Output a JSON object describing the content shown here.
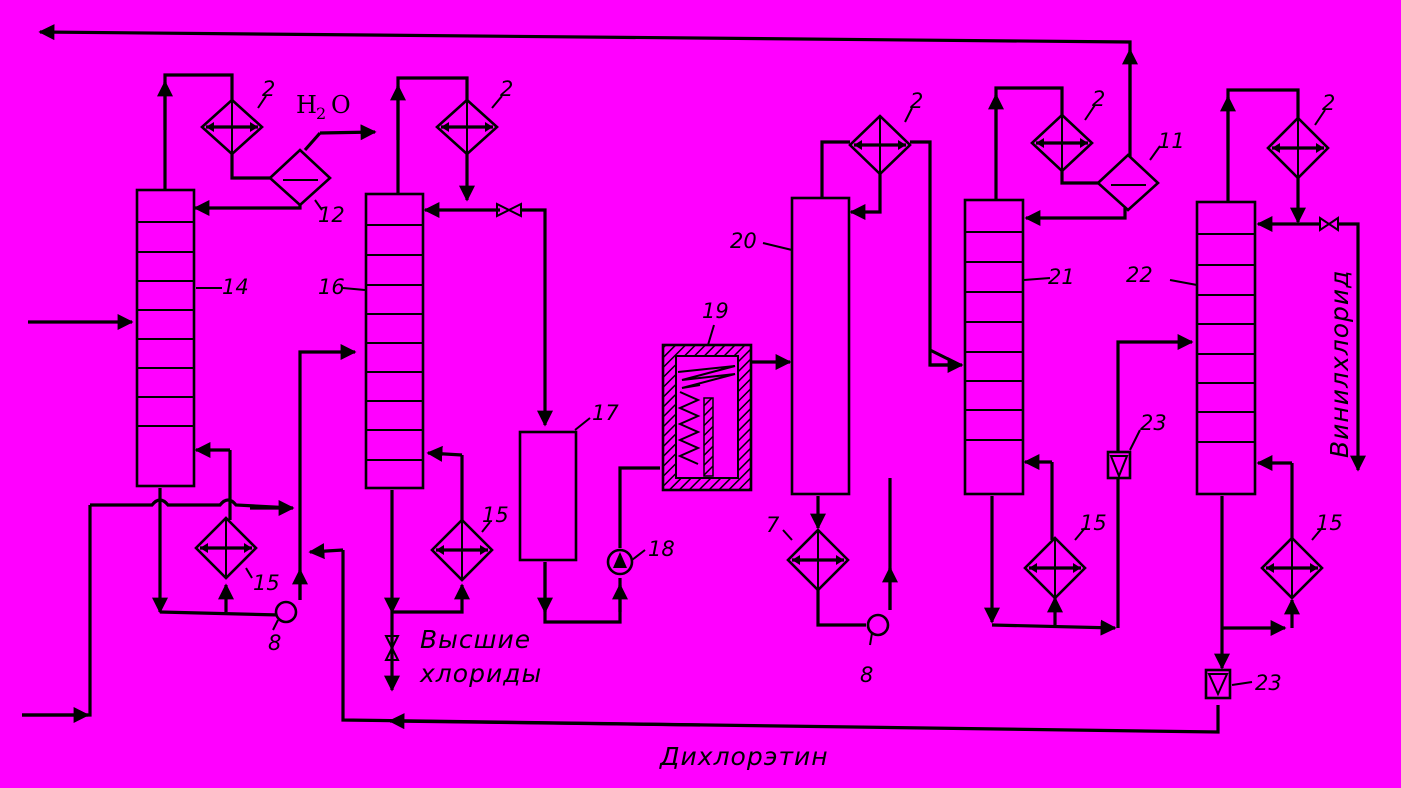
{
  "labels": {
    "water": "H",
    "water_sub": "2",
    "water_o": "O",
    "higher_chlorides_1": "Высшие",
    "higher_chlorides_2": "хлориды",
    "dichloroethane": "Дихлорэтин",
    "vinyl_chloride": "Винилхлорид"
  },
  "numbers": {
    "condenser": "2",
    "separator_12": "12",
    "separator_11": "11",
    "column_14": "14",
    "column_16": "16",
    "reactor_17": "17",
    "pump_18": "18",
    "furnace_19": "19",
    "quench_20": "20",
    "column_21": "21",
    "column_22": "22",
    "valve_23": "23",
    "reboiler": "15",
    "cooler_7": "7",
    "pump_8": "8"
  },
  "colors": {
    "background": "#ff00ff",
    "ink": "#000000"
  }
}
